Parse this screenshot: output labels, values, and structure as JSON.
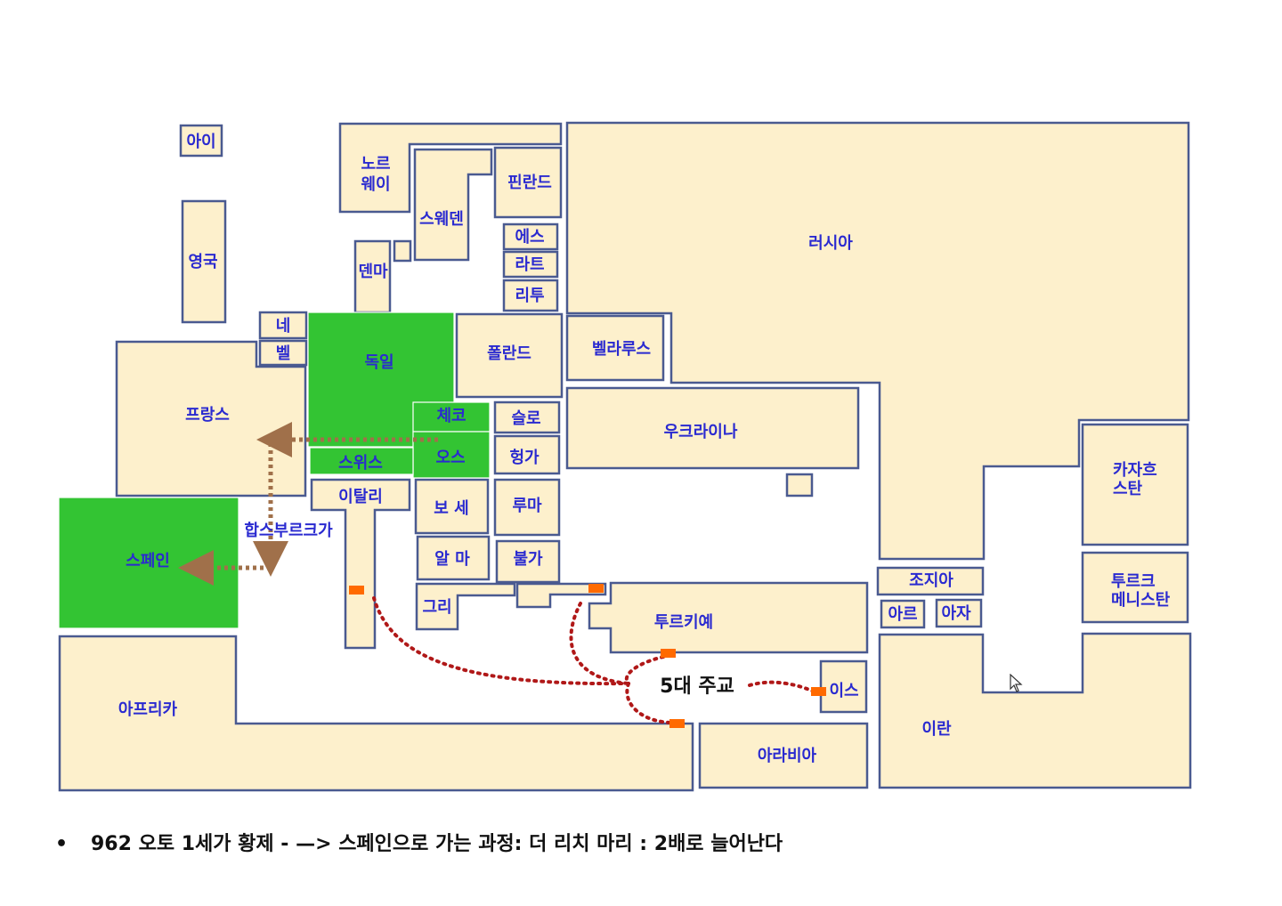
{
  "countries": {
    "ireland": "아이",
    "uk": "영국",
    "norway_1": "노르",
    "norway_2": "웨이",
    "sweden": "스웨덴",
    "finland": "핀란드",
    "estonia": "에스",
    "latvia": "라트",
    "lithuania": "리투",
    "denmark": "덴마",
    "russia": "러시아",
    "netherlands": "네",
    "belgium": "벨",
    "germany": "독일",
    "poland": "폴란드",
    "belarus": "벨라루스",
    "france": "프랑스",
    "czech": "체코",
    "slovakia": "슬로",
    "hungary": "헝가",
    "switzerland": "스위스",
    "austria": "오스",
    "ukraine": "우크라이나",
    "italy": "이탈리",
    "bosnia": "보  세",
    "romania": "루마",
    "albania": "알  마",
    "bulgaria": "불가",
    "kazakhstan_1": "카자흐",
    "kazakhstan_2": "스탄",
    "spain": "스페인",
    "greece": "그리",
    "turkey": "투르키예",
    "georgia": "조지아",
    "armenia": "아르",
    "azerbaijan": "아자",
    "turkmenistan_1": "투르크",
    "turkmenistan_2": "메니스탄",
    "israel": "이스",
    "iran": "이란",
    "africa": "아프리카",
    "arabia": "아라비아"
  },
  "annotations": {
    "habsburg": "합스부르크가",
    "five_patriarchates": "5대 주교"
  },
  "caption": {
    "bullet": "•",
    "text": "962 오토 1세가 황제 - —> 스페인으로 가는 과정: 더 리치 마리  : 2배로 늘어난다"
  },
  "colors": {
    "land": "#fdf0cc",
    "border": "#4a5a90",
    "highlight": "#33c433",
    "label": "#2a2ad0",
    "habsburg_arrow": "#a0704a",
    "patriarchate_path": "#b01818",
    "patriarchate_marker": "#ff6a00"
  }
}
